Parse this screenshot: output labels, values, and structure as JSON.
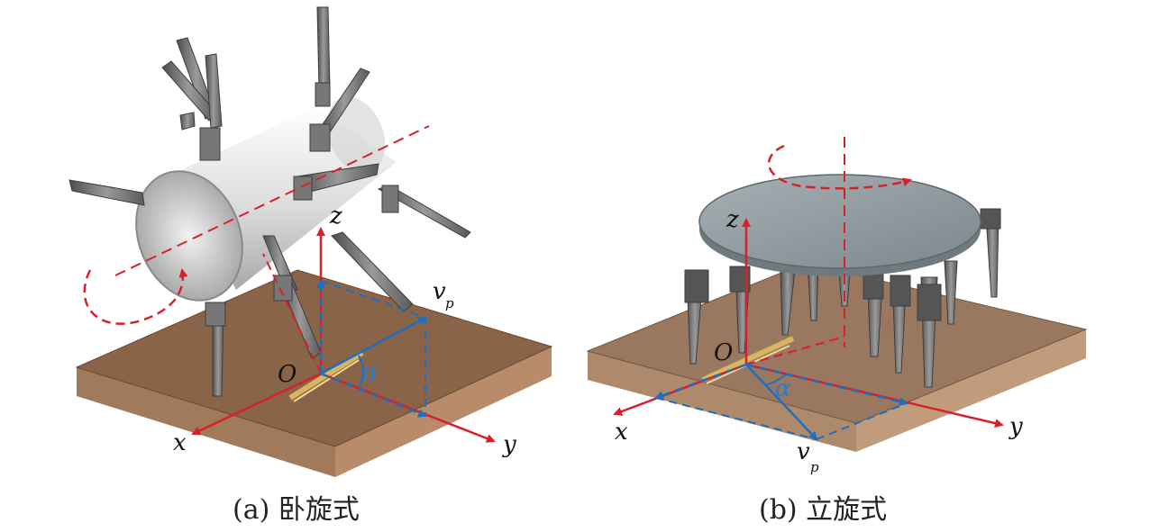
{
  "panels": [
    {
      "caption": "(a) 卧旋式",
      "labels": {
        "z": "z",
        "x": "x",
        "y": "y",
        "v": "v",
        "p": "p",
        "o": "O",
        "alpha": "α"
      }
    },
    {
      "caption": "(b) 立旋式",
      "labels": {
        "z": "z",
        "x": "x",
        "y": "y",
        "v": "v",
        "p": "p",
        "o": "O",
        "alpha": "α"
      }
    }
  ],
  "colors": {
    "axis_red": "#d8202a",
    "vector_blue": "#1f6fc0",
    "soil_top": "#8a6448",
    "soil_side": "#a88060",
    "drum": "#e6e6e6",
    "disk": "#8e9aa0",
    "blade": "#6e6e6e"
  },
  "icons": [
    "horizontal-rotary-drum-icon",
    "vertical-rotary-disk-icon",
    "soil-block-icon",
    "straw-icon"
  ]
}
